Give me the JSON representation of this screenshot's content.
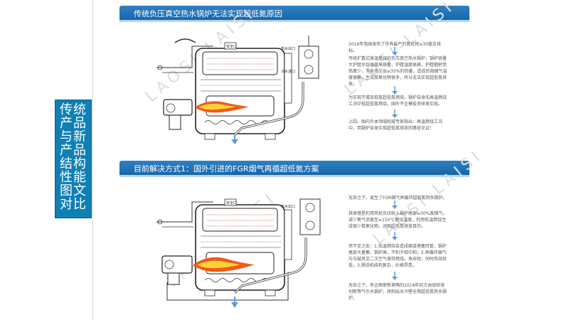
{
  "side_title": "传统产品与新产品结构性能图文对比",
  "section1": {
    "title": "传统负压真空热水锅炉无法实现超低氮原因",
    "labels": {
      "safety_port": "安全口",
      "outlet_1": "热水出口",
      "inlet_1": "冷水进口"
    },
    "notes": [
      "2016年我国发布了世界最严的氮化物≤30毫克排标。",
      "传统扩散式高温燃烧的负压真空热水锅炉，锅炉容量大炉膛水封温度高热量，炉膛温度很高，炉膛辐射受热面少，节能热交出≤35%的热量，造成后部烟气温度很高，生成氮氧化物很多，所以无法实现超低氮排放。",
      "为实现不增加低氮超低氮燃烧，锅炉自身无高温燃烧工况中低超低氮燃烧，国外不企模投资研发实现。",
      "上因，国内外本领域权威专家指出：高温燃烧工况中，用锅炉自身实现超低氮排放的路径论证！"
    ]
  },
  "section2": {
    "title": "目前解决方式1：国外引进的FGR烟气再循超低氮方案",
    "labels": {
      "safety_port": "安全口",
      "outlet_2": "热水出口"
    },
    "notes": [
      "无奈之下，诞生了FGR烟气再循环超低氮热水锅炉。",
      "其原理是利用风机负压吸入锅炉尾部≤30%废烟气，减少氧气浓度至≤150℃燃烧温度，利用低温燃烧生成很少氮氧化物，达到超低氮排放目的。",
      "然不足之处：1.低温燃烧会造成烟道堵塞风管，锅炉尾部大量集，锅炉高，不利于碳中和；2.再循环烟气与与鼓风交二次空气保持燃烧，寿命短，同时热效较低，3.燃烧机结构复杂，价格昂贵。",
      "无奈之下，有企图使新美略的2018年初方由现研发创新等气引水锅炉，改制出水冷壁全燃超低氮热水锅炉。"
    ]
  },
  "watermark": "LAOSI-LAISI",
  "colors": {
    "band": "#1f73b8",
    "side_box": "#0f7fb4",
    "flame_outer": "#f05a1a",
    "flame_inner": "#ffd23a",
    "arrow": "#5b9bd5"
  }
}
